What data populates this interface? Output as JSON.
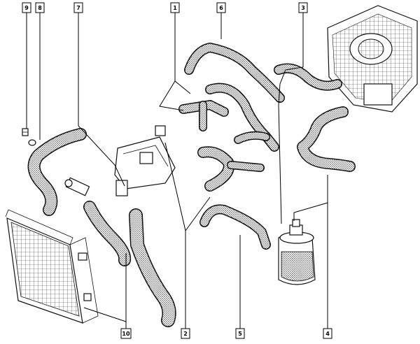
{
  "callouts": [
    {
      "id": "callout-9",
      "label": "9"
    },
    {
      "id": "callout-8",
      "label": "8"
    },
    {
      "id": "callout-7",
      "label": "7"
    },
    {
      "id": "callout-1",
      "label": "1"
    },
    {
      "id": "callout-6",
      "label": "6"
    },
    {
      "id": "callout-3",
      "label": "3"
    },
    {
      "id": "callout-10",
      "label": "10"
    },
    {
      "id": "callout-2",
      "label": "2"
    },
    {
      "id": "callout-5",
      "label": "5"
    },
    {
      "id": "callout-4",
      "label": "4"
    }
  ],
  "colors": {
    "line": "#111111",
    "background": "#ffffff"
  }
}
